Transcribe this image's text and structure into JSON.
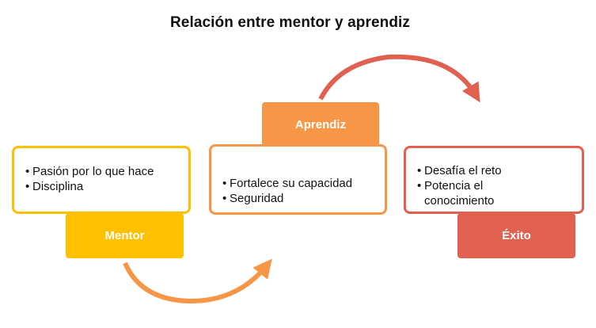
{
  "title": "Relación entre mentor y aprendiz",
  "colors": {
    "mentor": "#FFC000",
    "aprendiz": "#F79646",
    "exito": "#E06150",
    "arrow_bottom": "#F79646",
    "arrow_top": "#E06150"
  },
  "stages": [
    {
      "label": "Mentor",
      "items": [
        "Pasión por lo que hace",
        "Disciplina"
      ]
    },
    {
      "label": "Aprendiz",
      "items": [
        "Fortalece su capacidad",
        "Seguridad"
      ]
    },
    {
      "label": "Éxito",
      "items": [
        "Desafía el reto",
        "Potencia el conocimiento"
      ]
    }
  ]
}
